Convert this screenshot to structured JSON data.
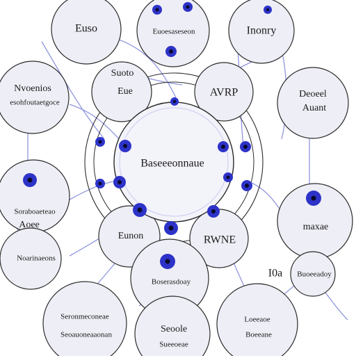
{
  "colors": {
    "background": "#ffffff",
    "node_fill": "#eeeef6",
    "node_stroke": "#2b2b2b",
    "connector": "#8f96dc",
    "dot": "#2d33c8",
    "dot_core": "#0a0a2a",
    "hub_fill": "#f3f3fa"
  },
  "labels": {
    "hub": "Baseeeonnaue",
    "n_top_left": "Euso",
    "n_top_center": "Euoesaseseon",
    "n_top_right": "Inonry",
    "n_left_upper_1": "Nvoenios",
    "n_left_upper_2": "esohfoutaetgoce",
    "n_inner_left_1": "Suoto",
    "n_inner_left_2": "Eue",
    "n_inner_right": "AVRP",
    "n_right_upper_1": "Deoeel",
    "n_right_upper_2": "Auant",
    "n_left_mid_1": "Soraboaeteao",
    "n_left_mid_2": "Aoee",
    "n_right_mid": "maxae",
    "n_lower_left": "Eunon",
    "n_lower_right": "RWNE",
    "n_left_low": "Noarinaeons",
    "n_bottom_center": "Boserasdoay",
    "n_right_low_1": "I0a",
    "n_right_low_2": "Buoeeadoy",
    "n_bottom_left_1": "Seronmeconeae",
    "n_bottom_left_2": "Seoauoneaaonan",
    "n_bottom_mid_1": "Seoole",
    "n_bottom_mid_2": "Sueeoeae",
    "n_bottom_right_1": "Loeeaoe",
    "n_bottom_right_2": "Boeeane"
  }
}
